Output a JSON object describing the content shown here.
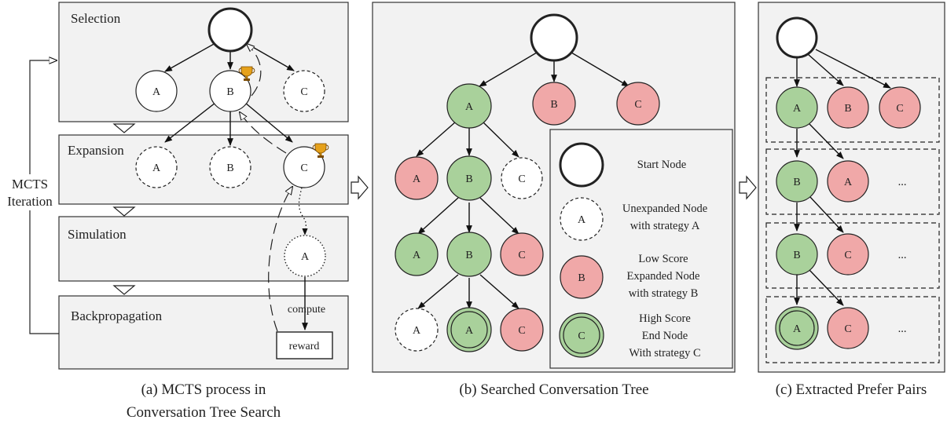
{
  "colors": {
    "red": "#f0a8a8",
    "green": "#a9d19b",
    "panel": "#f2f2f2"
  },
  "panel_a": {
    "phases": [
      "Selection",
      "Expansion",
      "Simulation",
      "Backpropagation"
    ],
    "loop_label_1": "MCTS",
    "loop_label_2": "Iteration",
    "compute_label": "compute",
    "reward_label": "reward",
    "trophy_icon": "trophy-icon",
    "caption_1": "(a) MCTS process in",
    "caption_2": "Conversation Tree Search"
  },
  "panel_b": {
    "caption": "(b) Searched Conversation Tree",
    "legend": [
      {
        "node": "",
        "lines": [
          "Start Node"
        ]
      },
      {
        "node": "A",
        "lines": [
          "Unexpanded Node",
          "with strategy A"
        ]
      },
      {
        "node": "B",
        "lines": [
          "Low Score",
          "Expanded Node",
          "with strategy B"
        ]
      },
      {
        "node": "C",
        "lines": [
          "High Score",
          "End Node",
          "With strategy C"
        ]
      }
    ]
  },
  "panel_c": {
    "caption": "(c) Extracted Prefer Pairs",
    "ellipsis": "..."
  },
  "node_labels": {
    "a": "A",
    "b": "B",
    "c": "C"
  }
}
